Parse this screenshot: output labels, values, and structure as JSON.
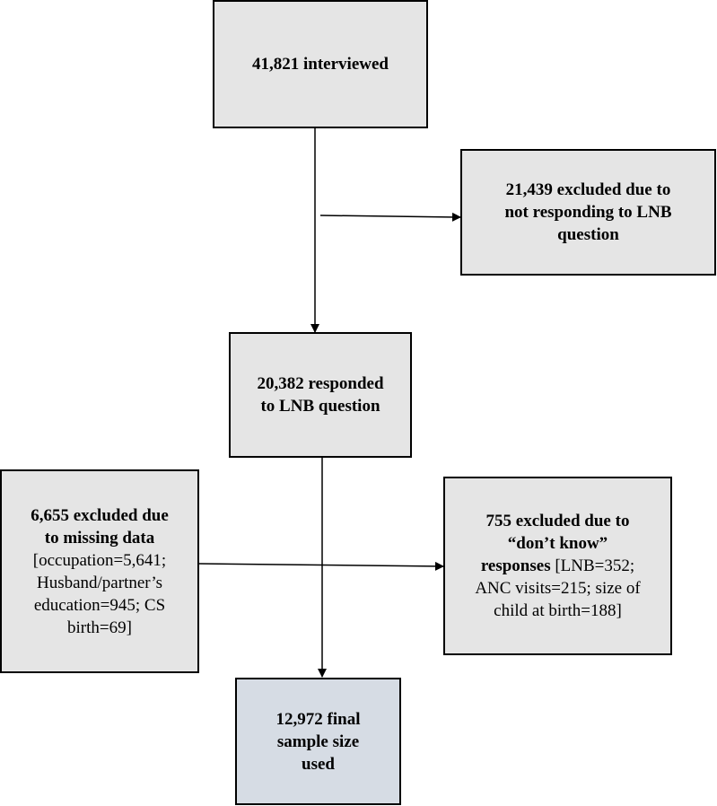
{
  "boxes": {
    "interviewed": "41,821 interviewed",
    "excluded_no_response": {
      "line1": "21,439 excluded due to",
      "line2": "not responding to LNB",
      "line3": "question"
    },
    "responded": {
      "line1": "20,382 responded",
      "line2": "to LNB question"
    },
    "excluded_missing": {
      "bold1": "6,655 excluded due",
      "bold2": "to missing data",
      "line3": "[occupation=5,641;",
      "line4": "Husband/partner’s",
      "line5": "education=945; CS",
      "line6": "birth=69]"
    },
    "excluded_dont_know": {
      "bold1": "755 excluded due to",
      "bold2": "“don’t know”",
      "bold3": "responses",
      "rest3": " [LNB=352;",
      "line4": "ANC visits=215; size of",
      "line5": "child at birth=188]"
    },
    "final": {
      "line1": "12,972 final",
      "line2": "sample size",
      "line3": "used"
    }
  },
  "colors": {
    "box_fill": "#e5e5e5",
    "final_fill": "#d6dce4",
    "line": "#000000"
  }
}
